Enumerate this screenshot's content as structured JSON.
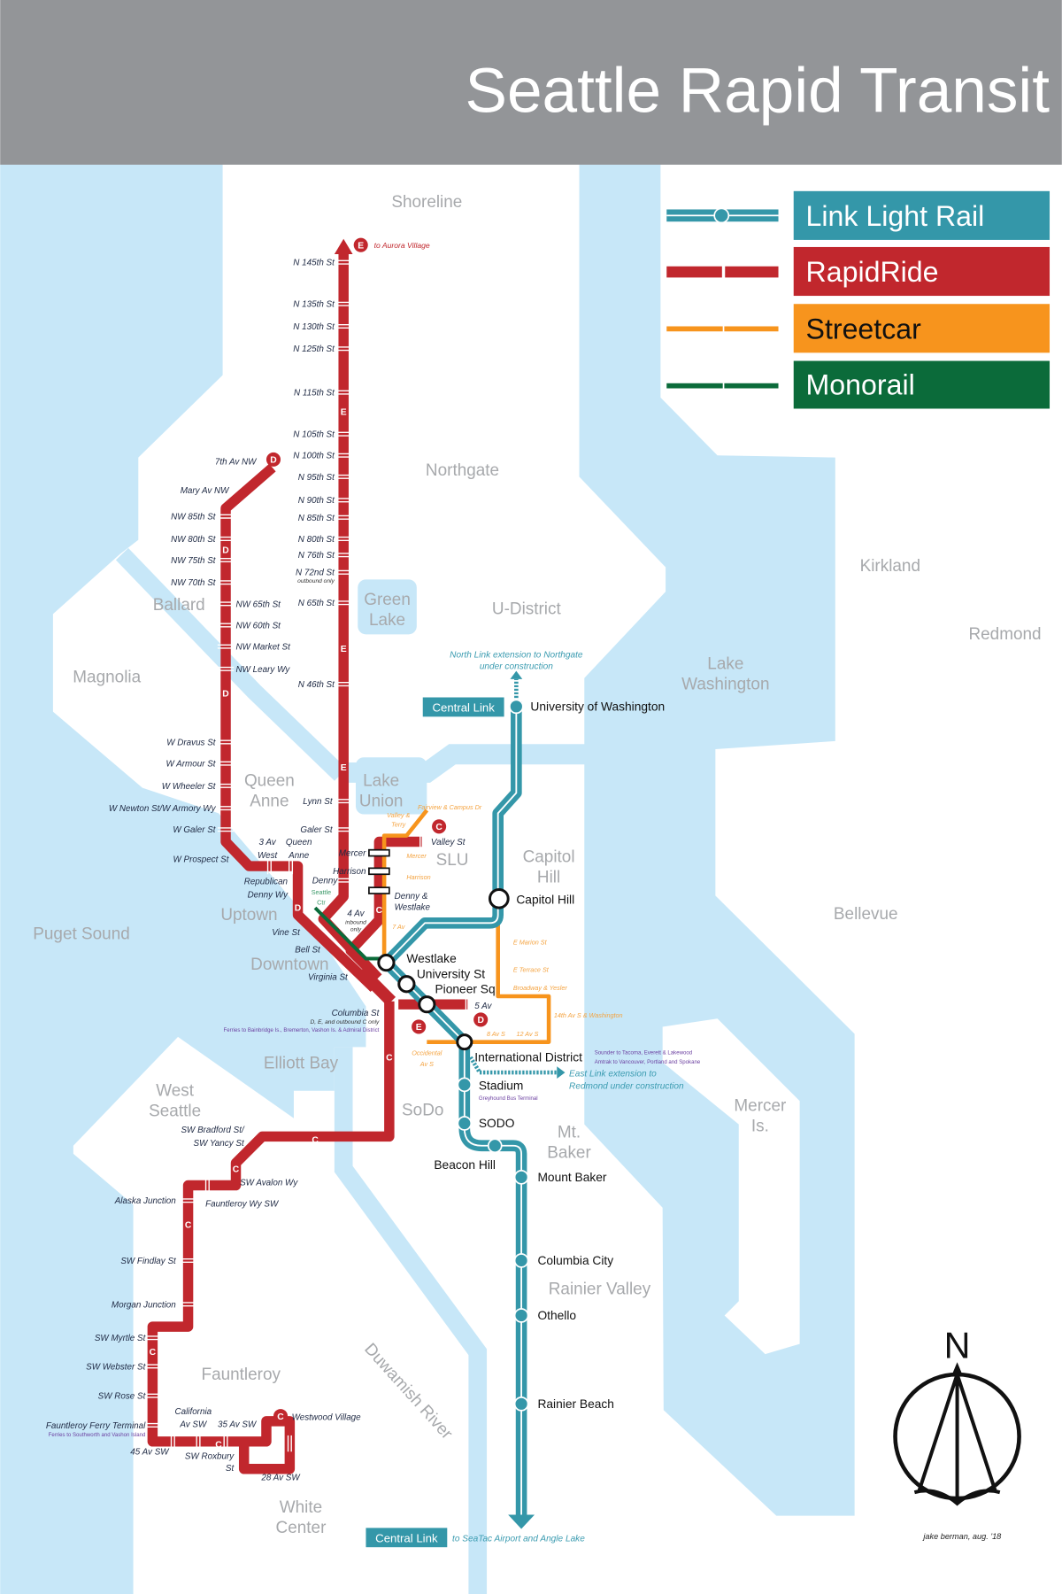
{
  "header": {
    "title": "Seattle Rapid Transit"
  },
  "colors": {
    "header_bg": "#939598",
    "water": "#c7e7f8",
    "link": "#3497a9",
    "rapidride": "#c1272d",
    "streetcar": "#f7941d",
    "monorail": "#0b6b3a",
    "neighborhood_text": "#a7a9ac"
  },
  "legend": [
    {
      "label": "Link Light Rail",
      "icon": "link-line-icon",
      "color": "#3497a9"
    },
    {
      "label": "RapidRide",
      "icon": "rapidride-line-icon",
      "color": "#c1272d"
    },
    {
      "label": "Streetcar",
      "icon": "streetcar-line-icon",
      "color": "#f7941d"
    },
    {
      "label": "Monorail",
      "icon": "monorail-line-icon",
      "color": "#0b6b3a"
    }
  ],
  "neighborhoods": {
    "shoreline": [
      "Shoreline"
    ],
    "northgate": [
      "Northgate"
    ],
    "ballard": [
      "Ballard"
    ],
    "green_lake": [
      "Green",
      "Lake"
    ],
    "u_district": [
      "U-District"
    ],
    "magnolia": [
      "Magnolia"
    ],
    "lake_washington": [
      "Lake",
      "Washington"
    ],
    "kirkland": [
      "Kirkland"
    ],
    "redmond": [
      "Redmond"
    ],
    "queen_anne": [
      "Queen",
      "Anne"
    ],
    "lake_union": [
      "Lake",
      "Union"
    ],
    "slu": [
      "SLU"
    ],
    "capitol_hill": [
      "Capitol",
      "Hill"
    ],
    "uptown": [
      "Uptown"
    ],
    "puget_sound": [
      "Puget Sound"
    ],
    "bellevue": [
      "Bellevue"
    ],
    "downtown": [
      "Downtown"
    ],
    "elliott_bay": [
      "Elliott Bay"
    ],
    "west_seattle": [
      "West",
      "Seattle"
    ],
    "sodo": [
      "SoDo"
    ],
    "mercer_island": [
      "Mercer",
      "Is."
    ],
    "mt_baker": [
      "Mt.",
      "Baker"
    ],
    "rainier_valley": [
      "Rainier Valley"
    ],
    "fauntleroy": [
      "Fauntleroy"
    ],
    "duwamish_river": [
      "Duwamish River"
    ],
    "white_center": [
      "White",
      "Center"
    ]
  },
  "rapidride": {
    "route_letters": {
      "C": "C",
      "D": "D",
      "E": "E"
    },
    "e_line": {
      "terminus": "to Aurora Village",
      "stations": [
        "N 145th St",
        "N 135th St",
        "N 130th St",
        "N 125th St",
        "N 115th St",
        "N 105th St",
        "N 100th St",
        "N 95th St",
        "N 90th St",
        "N 85th St",
        "N 80th St",
        "N 76th St",
        "N 72nd St",
        "N 65th St",
        "N 46th St",
        "Lynn St",
        "Galer St",
        "Denny"
      ],
      "n72_note": "outbound only"
    },
    "d_line": {
      "stations": [
        "7th Av NW",
        "Mary Av NW",
        "NW 85th St",
        "NW 80th St",
        "NW 75th St",
        "NW 70th St",
        "NW 65th St",
        "NW 60th St",
        "NW Market St",
        "NW Leary Wy",
        "W Dravus St",
        "W Armour St",
        "W Wheeler St",
        "W Newton St/W Armory Wy",
        "W Galer St",
        "W Prospect St"
      ],
      "three_av_west": [
        "3 Av",
        "West"
      ],
      "queen_anne": [
        "Queen",
        "Anne"
      ],
      "republican": "Republican",
      "denny_wy": "Denny Wy",
      "five_av": "5 Av"
    },
    "downtown": {
      "vine": "Vine St",
      "bell": "Bell St",
      "virginia": "Virginia St",
      "columbia": "Columbia St",
      "columbia_note": "D, E, and outbound C only",
      "ferries": "Ferries to Bainbridge Is., Bremerton, Vashon Is. & Admiral District"
    },
    "c_line": {
      "valley": "Valley St",
      "mercer": "Mercer",
      "harrison": "Harrison",
      "denny_westlake": [
        "Denny &",
        "Westlake"
      ],
      "four_av": [
        "4 Av",
        "inbound",
        "only"
      ],
      "bradford": [
        "SW Bradford St/",
        "SW Yancy St"
      ],
      "avalon": "SW Avalon Wy",
      "alaska": "Alaska Junction",
      "fauntleroy_wy": "Fauntleroy Wy SW",
      "findlay": "SW Findlay St",
      "morgan": "Morgan Junction",
      "myrtle": "SW Myrtle St",
      "webster": "SW Webster St",
      "rose": "SW Rose St",
      "ferry_terminal": "Fauntleroy Ferry Terminal",
      "ferry_note": "Ferries to Southworth and Vashon Island",
      "california": [
        "California",
        "Av SW"
      ],
      "av35": "35 Av SW",
      "av45": "45 Av SW",
      "roxbury": [
        "SW Roxbury",
        "St"
      ],
      "av28": "28 Av SW",
      "westwood": "Westwood Village"
    }
  },
  "link": {
    "badge": "Central Link",
    "stations": {
      "uw": "University of Washington",
      "capitol_hill": "Capitol Hill",
      "westlake": "Westlake",
      "university_st": "University St",
      "pioneer_sq": "Pioneer Sq",
      "intl_district": "International District",
      "stadium": "Stadium",
      "sodo": "SODO",
      "beacon_hill": "Beacon Hill",
      "mount_baker": "Mount Baker",
      "columbia_city": "Columbia City",
      "othello": "Othello",
      "rainier_beach": "Rainier Beach"
    },
    "north_note": [
      "North Link extension to Northgate",
      "under construction"
    ],
    "east_note": [
      "East Link extension to",
      "Redmond under construction"
    ],
    "south_note": "to SeaTac Airport and Angle Lake",
    "greyhound": "Greyhound Bus Terminal",
    "sounder": "Sounder to Tacoma, Everett & Lakewood",
    "amtrak": "Amtrak to Vancouver, Portland and Spokane"
  },
  "streetcar": {
    "fairview": "Fairview & Campus Dr",
    "valley_terry": [
      "Valley &",
      "Terry"
    ],
    "mercer": "Mercer",
    "harrison": "Harrison",
    "seven_av": "7 Av",
    "marion": "E Marion St",
    "terrace": "E Terrace St",
    "broadway_yesler": "Broadway & Yesler",
    "fourteenth": "14th Av S & Washington",
    "eight_av": "8 Av S",
    "twelve_av": "12 Av S",
    "occidental": [
      "Occidental",
      "Av S"
    ]
  },
  "monorail": {
    "seattle_center": [
      "Seattle",
      "Ctr"
    ]
  },
  "compass": {
    "north": "N",
    "icon": "compass-rose-icon"
  },
  "credit": "jake berman, aug. '18"
}
